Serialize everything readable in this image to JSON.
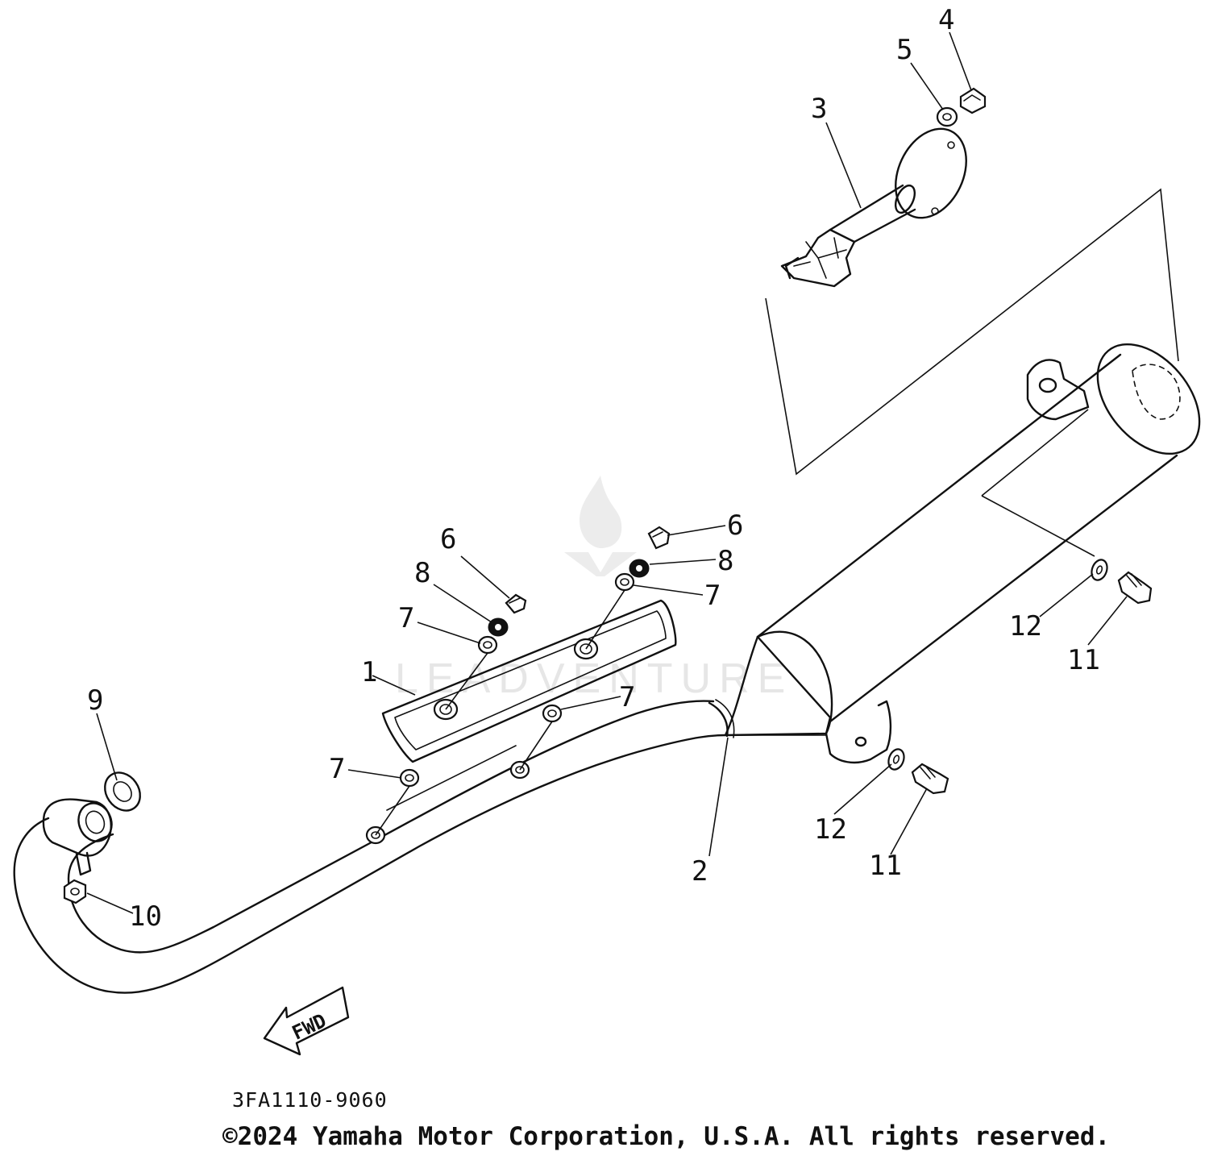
{
  "diagram": {
    "callouts": {
      "c1": "1",
      "c2": "2",
      "c3": "3",
      "c4": "4",
      "c5": "5",
      "c6a": "6",
      "c6b": "6",
      "c7a": "7",
      "c7b": "7",
      "c7c": "7",
      "c7d": "7",
      "c8a": "8",
      "c8b": "8",
      "c9": "9",
      "c10": "10",
      "c11a": "11",
      "c11b": "11",
      "c12a": "12",
      "c12b": "12"
    },
    "fwd_label": "FWD",
    "part_code": "3FA1110-9060",
    "copyright": "©2024 Yamaha Motor Corporation, U.S.A. All rights reserved.",
    "watermark": "LEADVENTURE"
  }
}
